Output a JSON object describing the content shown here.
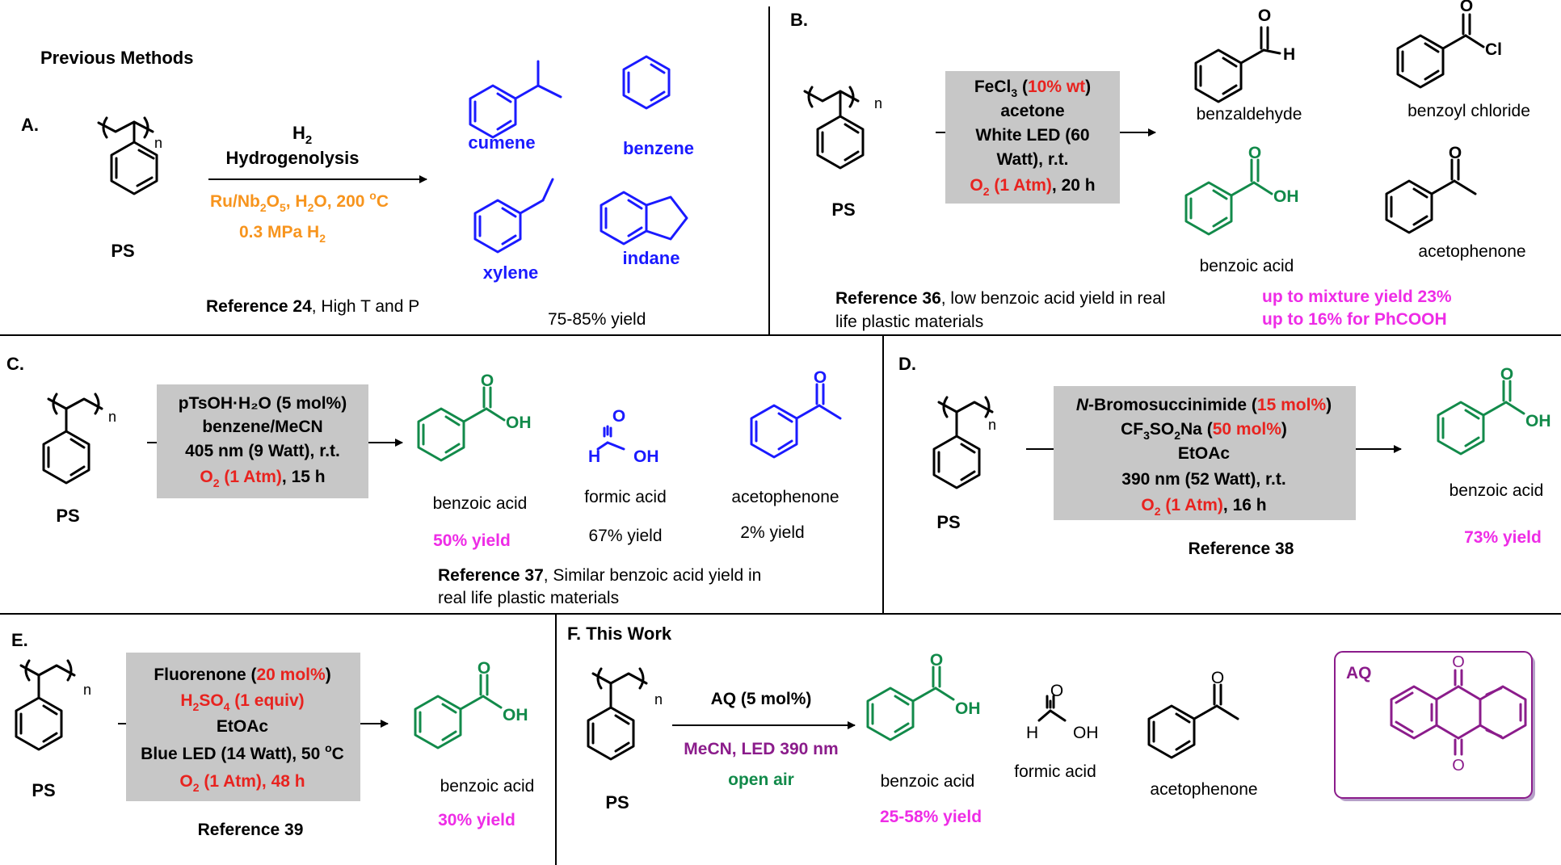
{
  "colors": {
    "black": "#000000",
    "red": "#e8231f",
    "orange": "#f7941d",
    "blue": "#1a1aff",
    "green": "#128a4a",
    "magenta": "#ee2ce6",
    "purple": "#8b1c8b",
    "condition_box": "#c7c7c7"
  },
  "A": {
    "label": "A.",
    "heading": "Previous Methods",
    "ps": "PS",
    "n": "n",
    "cond_h2_main": "H",
    "cond_h2_sub": "2",
    "cond_hydro": "Hydrogenolysis",
    "cond_cat_1": "Ru/Nb",
    "cond_cat_2": "2",
    "cond_cat_3": "O",
    "cond_cat_4": "5",
    "cond_cat_5": ", H",
    "cond_cat_6": "2",
    "cond_cat_7": "O, 200 ",
    "cond_cat_8": "o",
    "cond_cat_9": "C",
    "cond_p_1": "0.3 MPa H",
    "cond_p_2": "2",
    "products": [
      "cumene",
      "benzene",
      "xylene",
      "indane"
    ],
    "ref_bold": "Reference 24",
    "ref_rest": ", High T and P",
    "yield": "75-85% yield"
  },
  "B": {
    "label": "B.",
    "ps": "PS",
    "n": "n",
    "box_l1_a": "FeCl",
    "box_l1_b": "3",
    "box_l1_c": " (",
    "box_l1_d": "10% wt",
    "box_l1_e": ")",
    "box_l2": "acetone",
    "box_l3": "White LED (60",
    "box_l4": "Watt), r.t.",
    "box_l5_a": "O",
    "box_l5_b": "2",
    "box_l5_c": " (1 Atm)",
    "box_l5_d": ", 20 h",
    "products": [
      "benzaldehyde",
      "benzoyl chloride",
      "benzoic acid",
      "acetophenone"
    ],
    "atom_o": "O",
    "atom_h": "H",
    "atom_cl": "Cl",
    "atom_oh": "OH",
    "ref_bold": "Reference 36",
    "ref_rest_1": ", low benzoic acid yield in real",
    "ref_rest_2": "life plastic materials",
    "yield_1": "up to mixture yield 23%",
    "yield_2": "up to 16% for PhCOOH"
  },
  "C": {
    "label": "C.",
    "ps": "PS",
    "n": "n",
    "box_l1": "pTsOH·H₂O (5 mol%)",
    "box_l2": "benzene/MeCN",
    "box_l3": "405 nm (9 Watt), r.t.",
    "box_l4_a": "O",
    "box_l4_b": "2",
    "box_l4_c": " (1 Atm)",
    "box_l4_d": ", 15 h",
    "products": [
      "benzoic acid",
      "formic acid",
      "acetophenone"
    ],
    "yields": [
      "50% yield",
      "67% yield",
      "2% yield"
    ],
    "ref_bold": "Reference 37",
    "ref_rest_1": ", Similar benzoic acid yield in",
    "ref_rest_2": "real life plastic materials"
  },
  "D": {
    "label": "D.",
    "ps": "PS",
    "n": "n",
    "box_l1_a": "N",
    "box_l1_b": "-Bromosuccinimide (",
    "box_l1_c": "15 mol%",
    "box_l1_d": ")",
    "box_l2_a": "CF",
    "box_l2_b": "3",
    "box_l2_c": "SO",
    "box_l2_d": "2",
    "box_l2_e": "Na (",
    "box_l2_f": "50 mol%",
    "box_l2_g": ")",
    "box_l3": "EtOAc",
    "box_l4": "390 nm (52 Watt), r.t.",
    "box_l5_a": "O",
    "box_l5_b": "2",
    "box_l5_c": " (1 Atm)",
    "box_l5_d": ",  16 h",
    "reference": "Reference 38",
    "product": "benzoic acid",
    "yield": "73% yield"
  },
  "E": {
    "label": "E.",
    "ps": "PS",
    "n": "n",
    "box_l1_a": "Fluorenone (",
    "box_l1_b": "20 mol%",
    "box_l1_c": ")",
    "box_l2_a": "H",
    "box_l2_b": "2",
    "box_l2_c": "SO",
    "box_l2_d": "4",
    "box_l2_e": " (1 equiv)",
    "box_l3": "EtOAc",
    "box_l4_a": "Blue LED (14 Watt), 50 ",
    "box_l4_b": "o",
    "box_l4_c": "C",
    "box_l5_a": "O",
    "box_l5_b": "2",
    "box_l5_c": " (1 Atm), 48 h",
    "reference": "Reference 39",
    "product": "benzoic acid",
    "yield": "30% yield"
  },
  "F": {
    "label": "F. This Work",
    "ps": "PS",
    "n": "n",
    "cond_1": "AQ (5 mol%)",
    "cond_2": "MeCN, LED 390 nm",
    "cond_3": "open air",
    "products": [
      "benzoic acid",
      "formic acid",
      "acetophenone"
    ],
    "yield": "25-58% yield",
    "aq_label": "AQ"
  }
}
